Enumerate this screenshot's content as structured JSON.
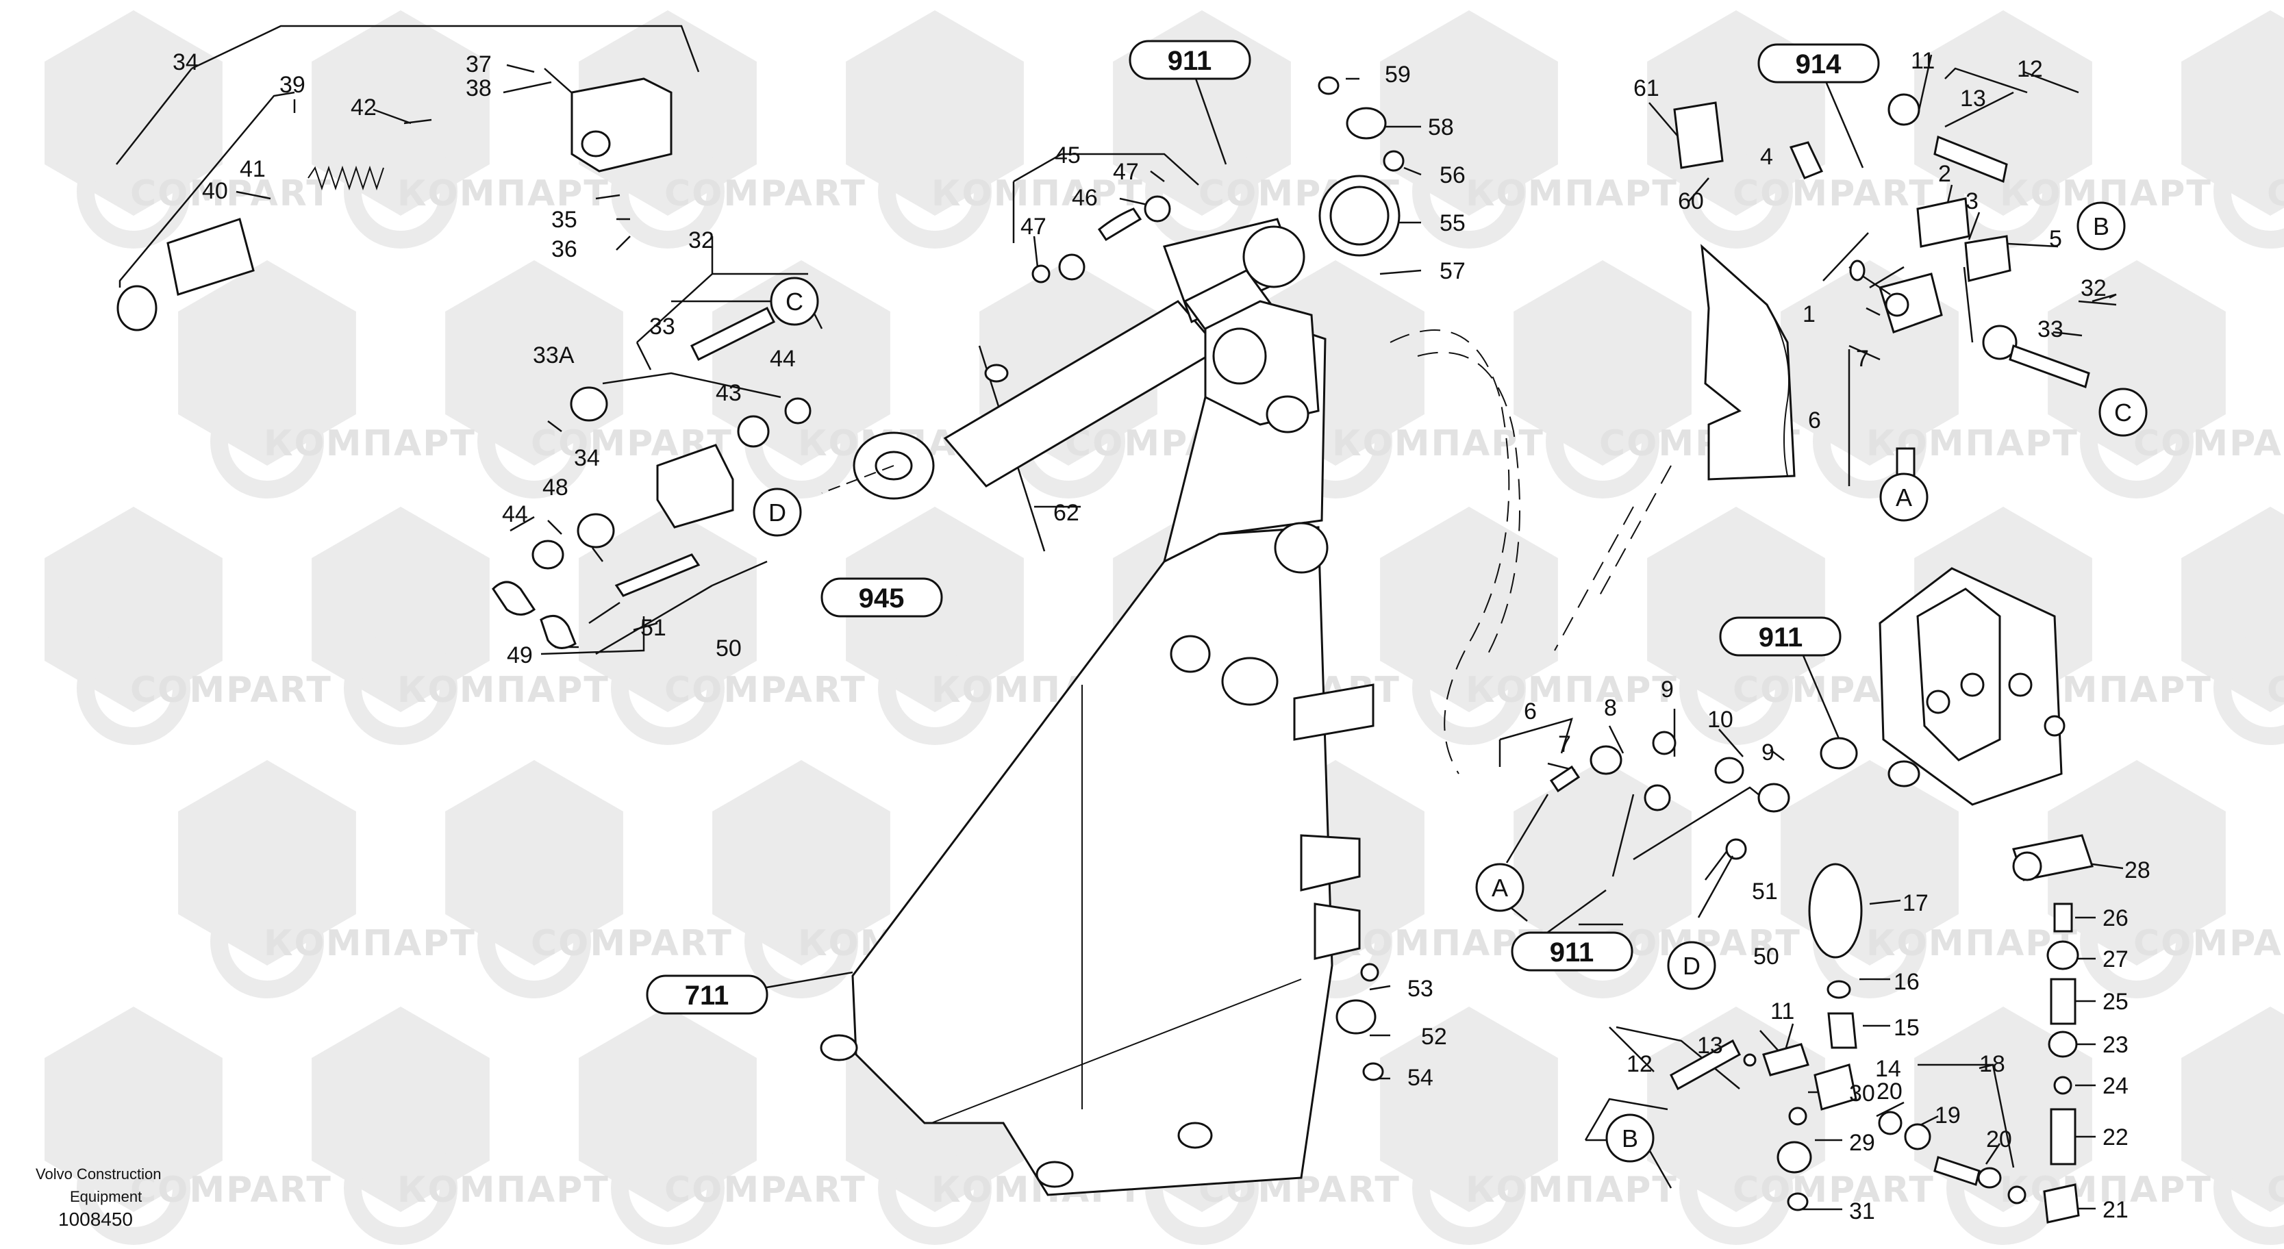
{
  "watermark": {
    "brand_latin": "COMPART",
    "brand_cyrillic": "КОМПАРТ"
  },
  "footer": {
    "company": "Volvo Construction",
    "division": "Equipment",
    "drawing_number": "1008450"
  },
  "reference_groups": [
    "911",
    "914",
    "945",
    "711"
  ],
  "connectors": [
    "A",
    "B",
    "C",
    "D"
  ],
  "part_labels": {
    "p1": "1",
    "p2": "2",
    "p3": "3",
    "p4": "4",
    "p5": "5",
    "p6": "6",
    "p7": "7",
    "p8": "8",
    "p9": "9",
    "p10": "10",
    "p11": "11",
    "p12": "12",
    "p13": "13",
    "p14": "14",
    "p15": "15",
    "p16": "16",
    "p17": "17",
    "p18": "18",
    "p19": "19",
    "p20": "20",
    "p21": "21",
    "p22": "22",
    "p23": "23",
    "p24": "24",
    "p25": "25",
    "p26": "26",
    "p27": "27",
    "p28": "28",
    "p29": "29",
    "p30": "30",
    "p31": "31",
    "p32": "32",
    "p33": "33",
    "p33a": "33A",
    "p34": "34",
    "p35": "35",
    "p36": "36",
    "p37": "37",
    "p38": "38",
    "p39": "39",
    "p40": "40",
    "p41": "41",
    "p42": "42",
    "p43": "43",
    "p44": "44",
    "p45": "45",
    "p46": "46",
    "p47": "47",
    "p48": "48",
    "p49": "49",
    "p50": "50",
    "p51": "51",
    "p52": "52",
    "p53": "53",
    "p54": "54",
    "p55": "55",
    "p56": "56",
    "p57": "57",
    "p58": "58",
    "p59": "59",
    "p60": "60",
    "p61": "61",
    "p62": "62"
  }
}
